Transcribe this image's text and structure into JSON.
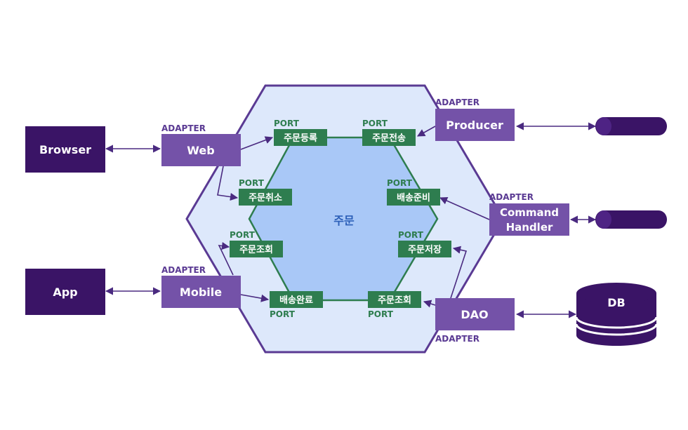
{
  "core": {
    "label": "주문"
  },
  "labels": {
    "port": "PORT",
    "adapter": "ADAPTER"
  },
  "clients": {
    "browser": "Browser",
    "app": "App",
    "db": "DB"
  },
  "adapters": {
    "web": "Web",
    "mobile": "Mobile",
    "producer": "Producer",
    "command_handler_line1": "Command",
    "command_handler_line2": "Handler",
    "dao": "DAO"
  },
  "ports": {
    "order_register": "주문등록",
    "order_cancel": "주문취소",
    "order_query_left": "주문조회",
    "delivery_complete": "배송완료",
    "order_send": "주문전송",
    "delivery_prepare": "배송준비",
    "order_save": "주문저장",
    "order_query_right": "주문조회"
  },
  "colors": {
    "dark_purple": "#3a1466",
    "adapter_purple": "#7452a8",
    "port_green": "#2e7d4f",
    "outer_hex_fill": "#dde8fb",
    "inner_hex_fill": "#a9c8f7",
    "hex_stroke": "#5a3a93"
  }
}
